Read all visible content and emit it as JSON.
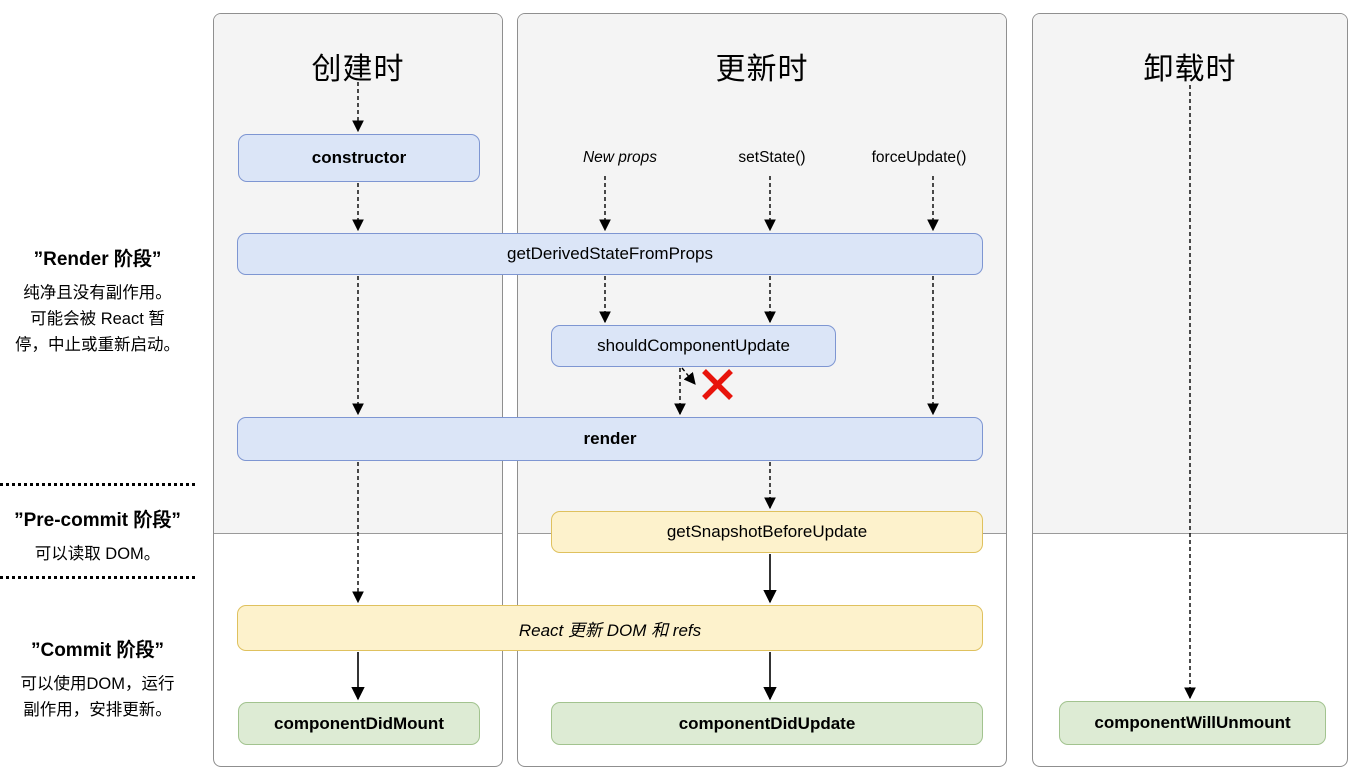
{
  "columns": [
    {
      "title": "创建时"
    },
    {
      "title": "更新时"
    },
    {
      "title": "卸载时"
    }
  ],
  "phases": [
    {
      "title": "”Render 阶段”",
      "desc": "纯净且没有副作用。\n可能会被 React 暂\n停，中止或重新启动。"
    },
    {
      "title": "”Pre-commit 阶段”",
      "desc": "可以读取 DOM。"
    },
    {
      "title": "”Commit 阶段”",
      "desc": "可以使用DOM，运行\n副作用，安排更新。"
    }
  ],
  "triggers": [
    {
      "label": "New props"
    },
    {
      "label": "setState()"
    },
    {
      "label": "forceUpdate()"
    }
  ],
  "boxes": {
    "constructor": "constructor",
    "get_derived_state_from_props": "getDerivedStateFromProps",
    "should_component_update": "shouldComponentUpdate",
    "render": "render",
    "get_snapshot_before_update": "getSnapshotBeforeUpdate",
    "react_updates_dom": "React 更新 DOM 和 refs",
    "component_did_mount": "componentDidMount",
    "component_did_update": "componentDidUpdate",
    "component_will_unmount": "componentWillUnmount"
  },
  "icons": {
    "cancel_x": "stop-update-x"
  },
  "colors": {
    "panel_bg": "#ffffff",
    "render_phase_bg": "#f4f4f4",
    "panel_border": "#8f8f8f",
    "box_blue_fill": "#dbe5f7",
    "box_blue_border": "#7e96d2",
    "box_yellow_fill": "#fdf2cc",
    "box_yellow_border": "#dfc15e",
    "box_green_fill": "#ddebd4",
    "box_green_border": "#a2c38f",
    "arrow": "#000000",
    "cancel_x": "#e8140c"
  }
}
